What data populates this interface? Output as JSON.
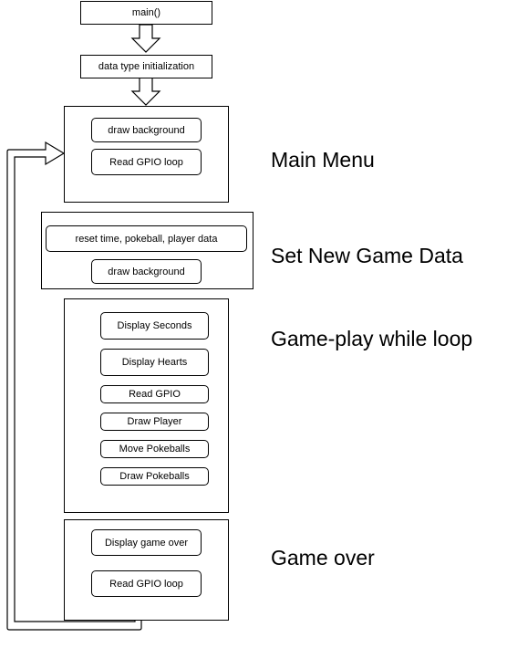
{
  "top": {
    "entry": "main()",
    "init": "data type initialization"
  },
  "sections": {
    "main_menu": {
      "title": "Main Menu",
      "draw_background": "draw background",
      "read_gpio_loop": "Read GPIO loop"
    },
    "new_game": {
      "title": "Set New Game Data",
      "reset": "reset time, pokeball, player data",
      "draw_background": "draw background"
    },
    "gameplay": {
      "title": "Game-play while loop",
      "display_seconds": "Display Seconds",
      "display_hearts": "Display Hearts",
      "read_gpio": "Read GPIO",
      "draw_player": "Draw Player",
      "move_pokeballs": "Move Pokeballs",
      "draw_pokeballs": "Draw Pokeballs"
    },
    "game_over": {
      "title": "Game over",
      "display_game_over": "Display game over",
      "read_gpio_loop": "Read GPIO loop"
    }
  }
}
